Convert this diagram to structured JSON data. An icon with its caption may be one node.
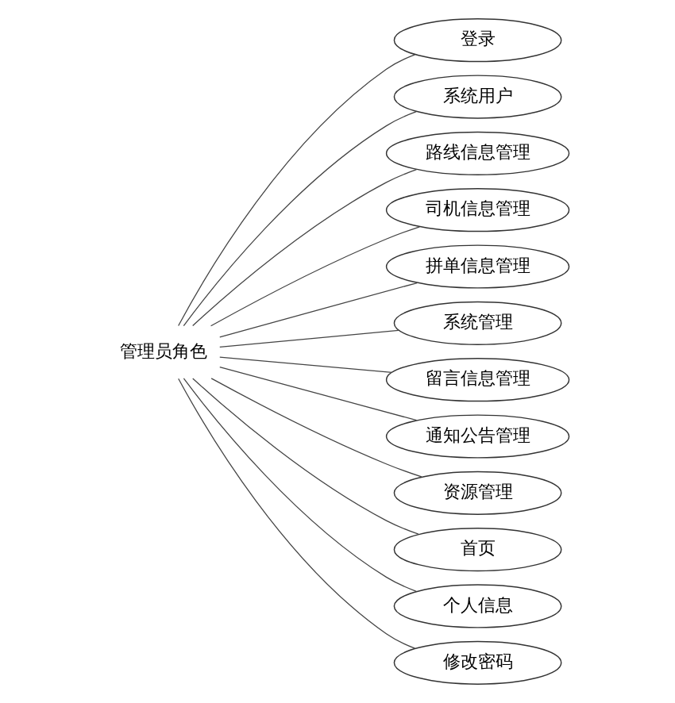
{
  "diagram": {
    "nodes": [
      {
        "text": [
          "管理员角色"
        ]
      },
      {
        "text": [
          "登录"
        ]
      },
      {
        "text": [
          "系统用户"
        ]
      },
      {
        "text": [
          "路线信息管理"
        ]
      },
      {
        "text": [
          "司机信息管理"
        ]
      },
      {
        "text": [
          "拼单信息管理"
        ]
      },
      {
        "text": [
          "系统管理"
        ]
      },
      {
        "text": [
          "留言信息管理"
        ]
      },
      {
        "text": [
          "通知公告管理"
        ]
      },
      {
        "text": [
          "资源管理"
        ]
      },
      {
        "text": [
          "首页"
        ]
      },
      {
        "text": [
          "个人信息"
        ]
      },
      {
        "text": [
          "修改密码"
        ]
      }
    ],
    "edges": [
      {
        "from": 0,
        "to": 1,
        "arrow": "none"
      },
      {
        "from": 0,
        "to": 2,
        "arrow": "none"
      },
      {
        "from": 0,
        "to": 3,
        "arrow": "none"
      },
      {
        "from": 0,
        "to": 4,
        "arrow": "none"
      },
      {
        "from": 0,
        "to": 5,
        "arrow": "none"
      },
      {
        "from": 0,
        "to": 6,
        "arrow": "none"
      },
      {
        "from": 0,
        "to": 7,
        "arrow": "none"
      },
      {
        "from": 0,
        "to": 8,
        "arrow": "none"
      },
      {
        "from": 0,
        "to": 9,
        "arrow": "none"
      },
      {
        "from": 0,
        "to": 10,
        "arrow": "none"
      },
      {
        "from": 0,
        "to": 11,
        "arrow": "none"
      },
      {
        "from": 0,
        "to": 12,
        "arrow": "none"
      }
    ]
  }
}
